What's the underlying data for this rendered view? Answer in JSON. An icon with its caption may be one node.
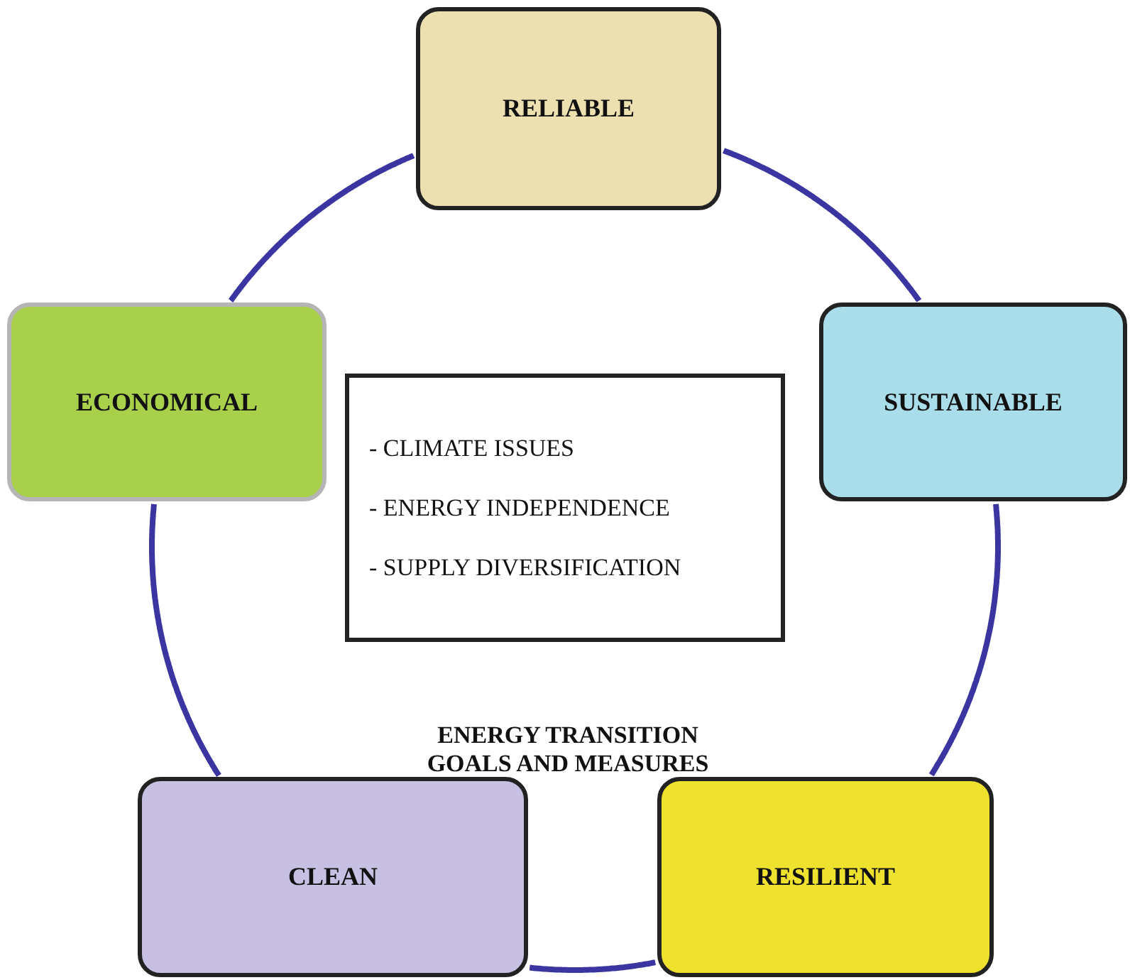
{
  "diagram": {
    "nodes": [
      {
        "text": [
          "RELIABLE"
        ]
      },
      {
        "text": [
          "SUSTAINABLE"
        ]
      },
      {
        "text": [
          "RESILIENT"
        ]
      },
      {
        "text": [
          "CLEAN"
        ]
      },
      {
        "text": [
          "ECONOMICAL"
        ]
      },
      {
        "text": [
          "- CLIMATE ISSUES",
          "- ENERGY INDEPENDENCE",
          "- SUPPLY DIVERSIFICATION"
        ]
      }
    ],
    "edges": [
      {
        "from": 0,
        "to": 1,
        "arrow": "none"
      },
      {
        "from": 1,
        "to": 2,
        "arrow": "none"
      },
      {
        "from": 2,
        "to": 3,
        "arrow": "none"
      },
      {
        "from": 3,
        "to": 4,
        "arrow": "none"
      },
      {
        "from": 4,
        "to": 0,
        "arrow": "none"
      }
    ],
    "labels": [
      "ENERGY TRANSITION GOALS AND MEASURES"
    ]
  }
}
